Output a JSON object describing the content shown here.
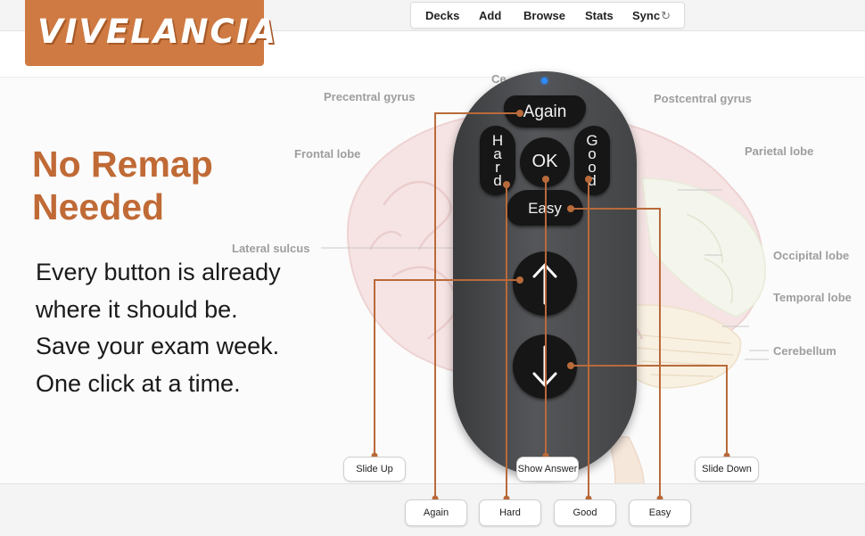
{
  "logo": {
    "text": "VIVELANCIA"
  },
  "nav": {
    "decks": "Decks",
    "add": "Add",
    "browse": "Browse",
    "stats": "Stats",
    "sync": "Sync",
    "sync_icon": "refresh-icon"
  },
  "heading": {
    "line1": "No Remap",
    "line2": "Needed"
  },
  "tagline": [
    "Every button is already",
    "where it should be.",
    "Save your exam week.",
    "One click at a time."
  ],
  "brain_labels": {
    "precentral": "Precentral gyrus",
    "postcentral": "Postcentral gyrus",
    "frontal": "Frontal lobe",
    "parietal": "Parietal lobe",
    "lateral": "Lateral sulcus",
    "occipital": "Occipital lobe",
    "temporal": "Temporal lobe",
    "cerebellum": "Cerebellum",
    "cut_top": "Ce"
  },
  "remote": {
    "again": "Again",
    "hard": "Hard",
    "ok": "OK",
    "good": "Good",
    "easy": "Easy",
    "up_icon": "arrow-up-icon",
    "down_icon": "arrow-down-icon"
  },
  "callouts": {
    "slide_up": "Slide Up",
    "show_answer": "Show Answer",
    "slide_down": "Slide Down"
  },
  "bottom": {
    "again": "Again",
    "hard": "Hard",
    "good": "Good",
    "easy": "Easy"
  },
  "colors": {
    "accent": "#cf7a43",
    "heading": "#c06a36",
    "connector": "#b96a3a",
    "led": "#2d8bff"
  }
}
